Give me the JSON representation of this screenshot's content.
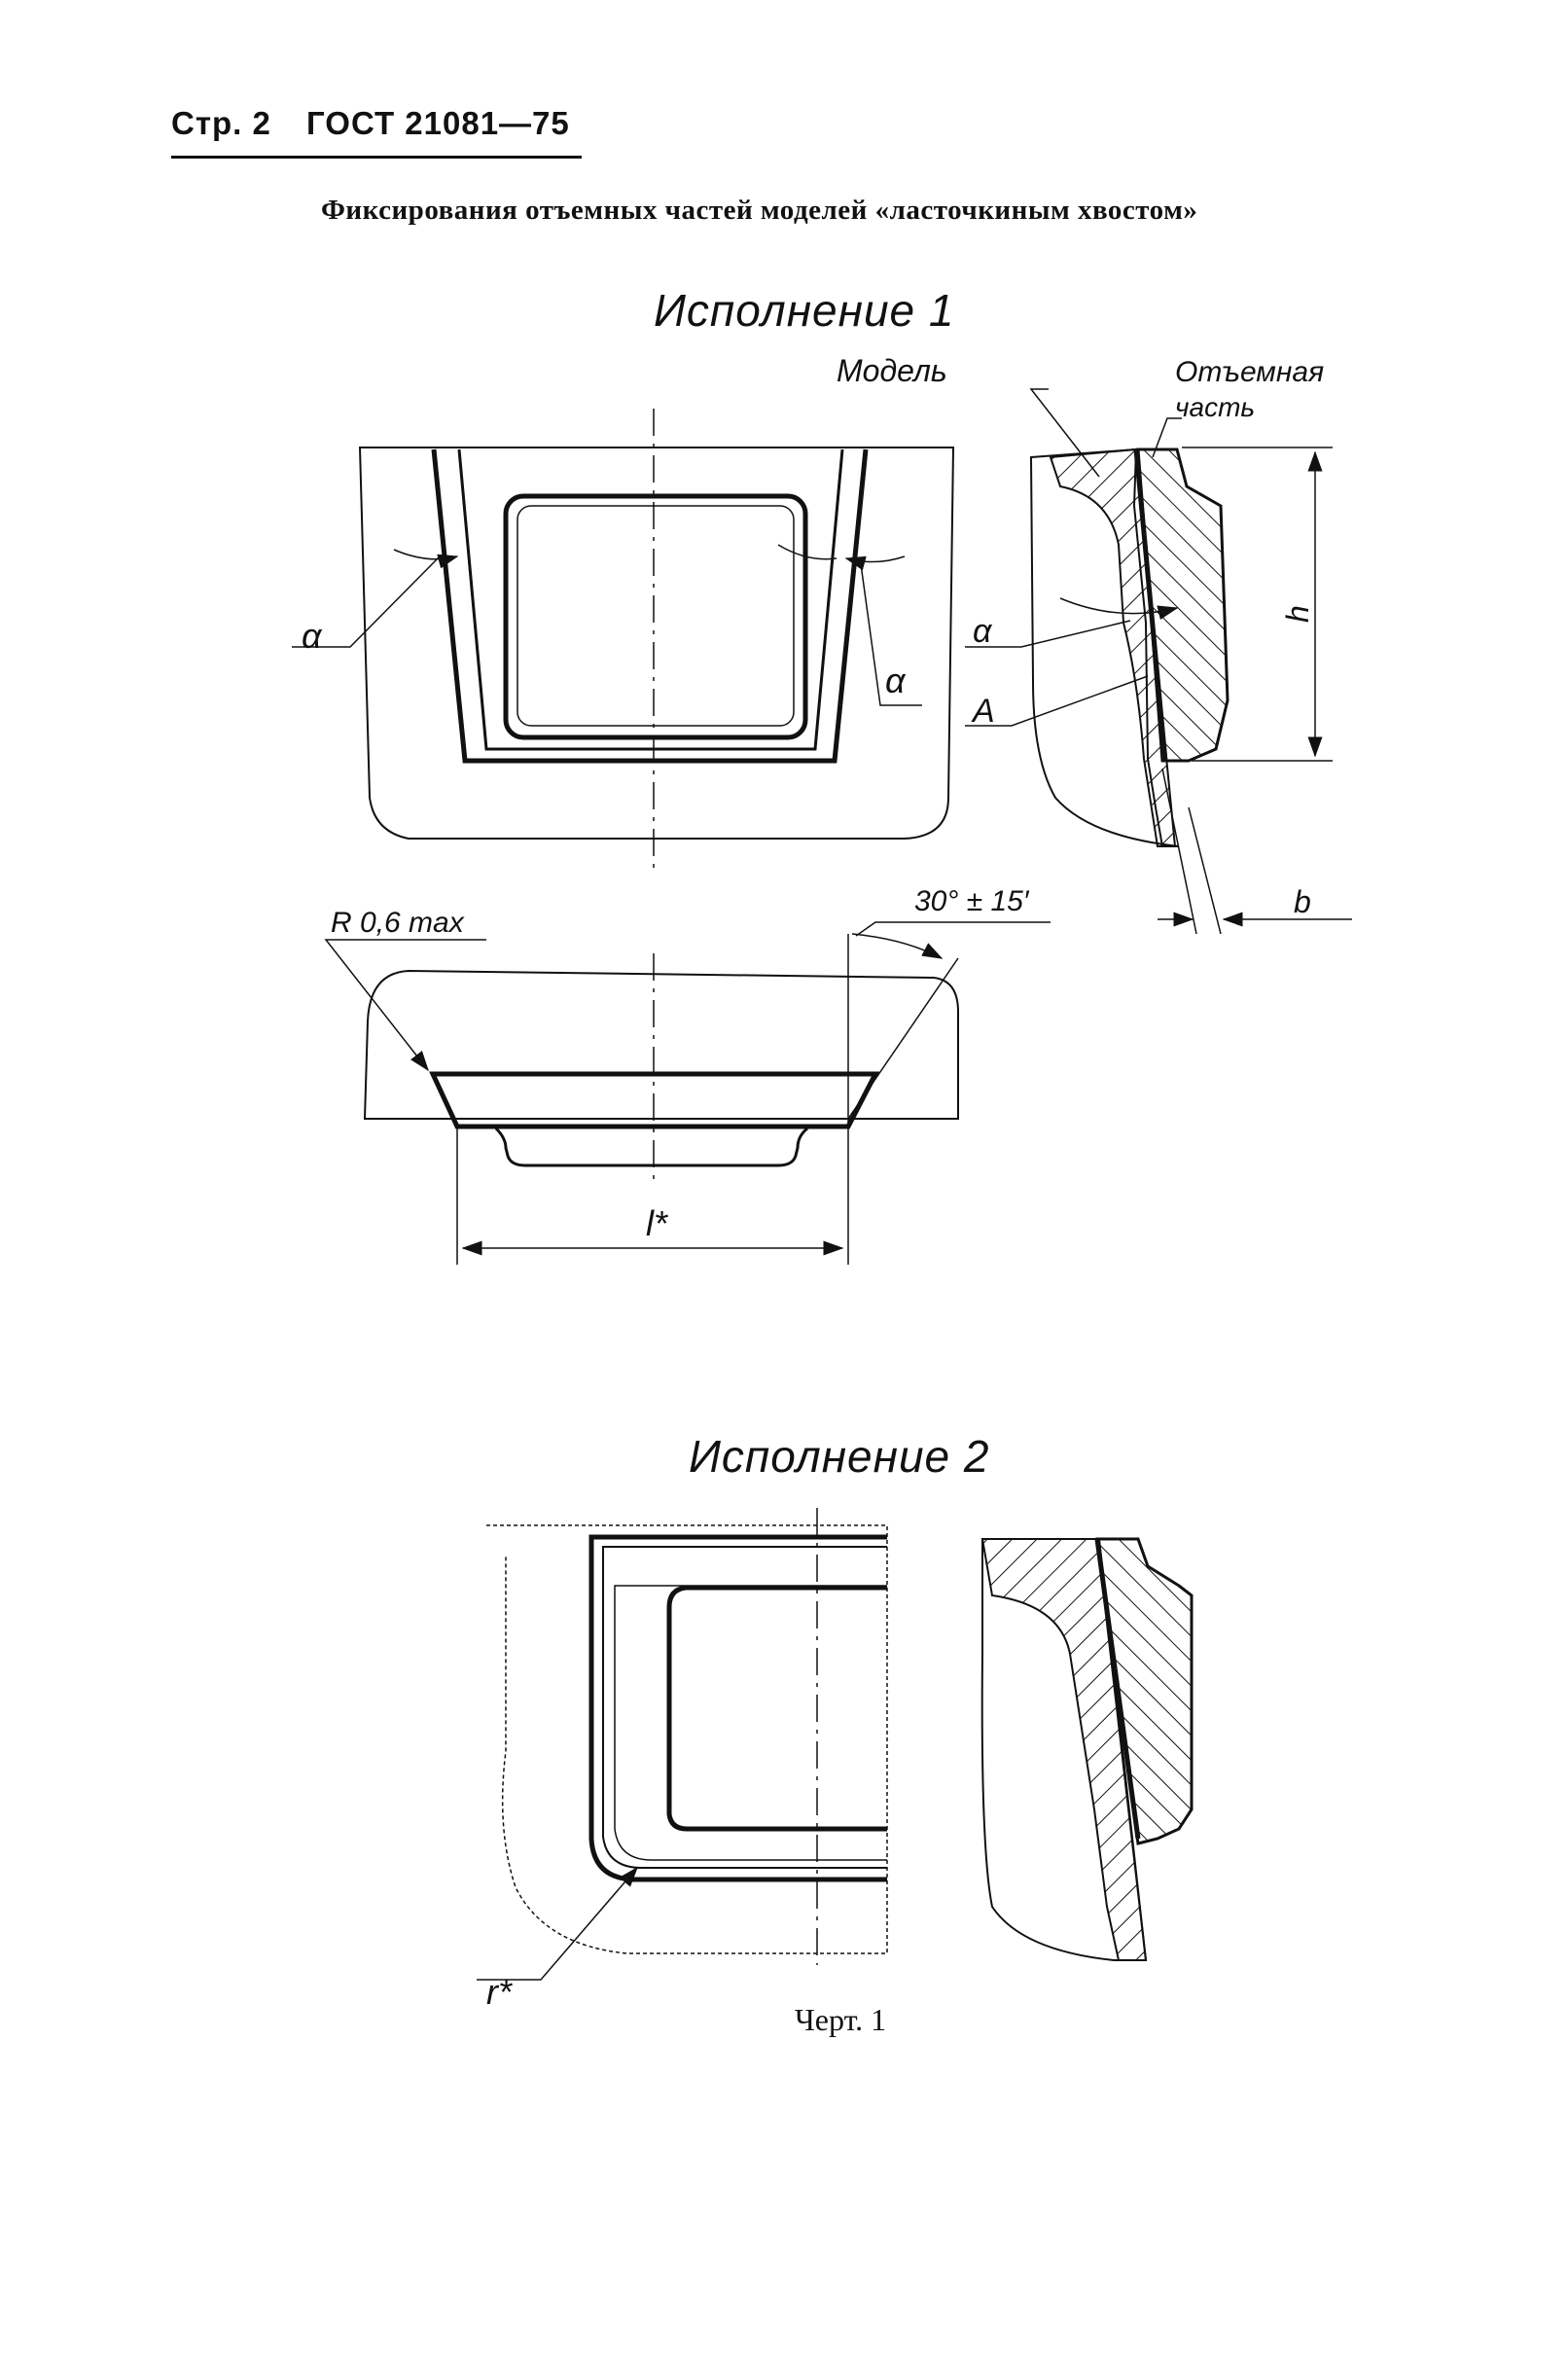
{
  "header": {
    "page": "Стр. 2",
    "standard": "ГОСТ 21081—75"
  },
  "title": "Фиксирования отъемных частей моделей «ласточкиным хвостом»",
  "variant1": {
    "heading": "Исполнение 1",
    "label_model": "Модель",
    "label_part_line1": "Отъемная",
    "label_part_line2": "часть",
    "alpha": "α",
    "label_A": "A",
    "label_h": "h",
    "label_b": "b",
    "label_radius": "R 0,6 max",
    "label_angle": "30° ± 15′",
    "label_l": "l*"
  },
  "variant2": {
    "heading": "Исполнение 2",
    "label_r": "r*"
  },
  "caption": "Черт. 1"
}
